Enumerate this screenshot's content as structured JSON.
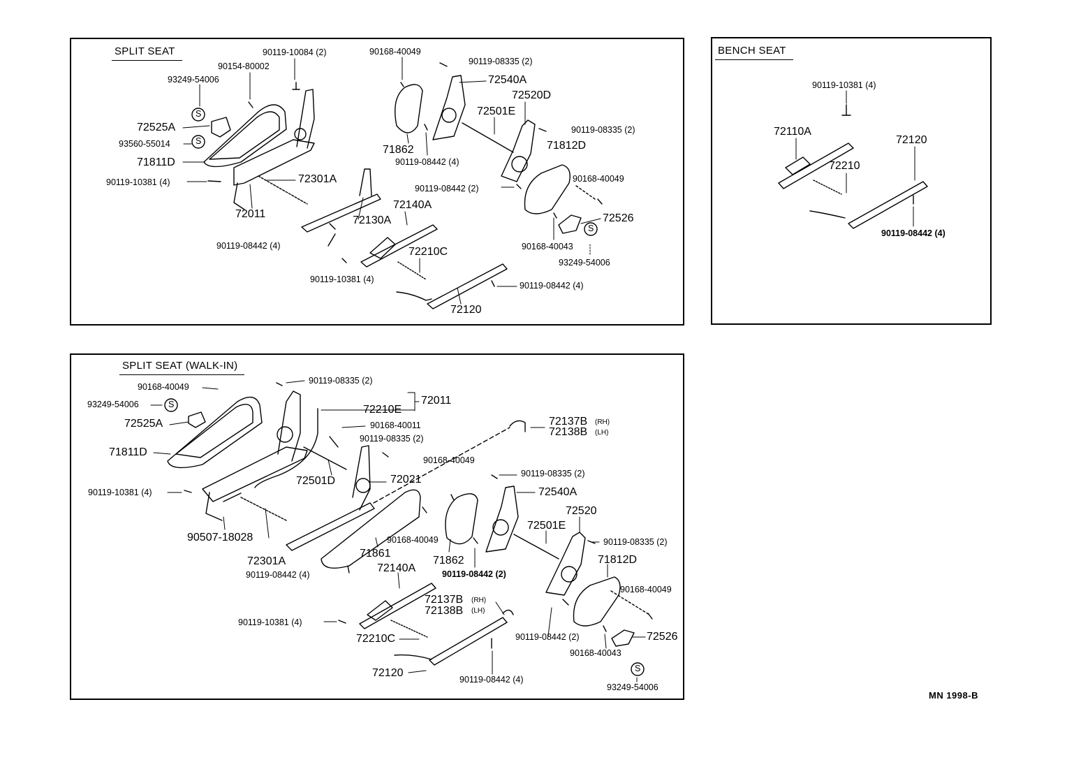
{
  "panels": {
    "split": {
      "title": "SPLIT SEAT"
    },
    "bench": {
      "title": "BENCH SEAT"
    },
    "walkin": {
      "title": "SPLIT SEAT (WALK-IN)"
    }
  },
  "labels": {
    "split": {
      "p90119_10084": "90119-10084 (2)",
      "p90154_80002": "90154-80002",
      "p93249_54006a": "93249-54006",
      "p72525A": "72525A",
      "p93560_55014": "93560-55014",
      "p71811D": "71811D",
      "p90119_10381": "90119-10381 (4)",
      "p72301A": "72301A",
      "p72011": "72011",
      "p72130A": "72130A",
      "p90119_08442a": "90119-08442 (4)",
      "p90168_40049a": "90168-40049",
      "p90119_08335a": "90119-08335 (2)",
      "p72540A": "72540A",
      "p72520D": "72520D",
      "p72501E": "72501E",
      "p90119_08335b": "90119-08335 (2)",
      "p71812D": "71812D",
      "p71862": "71862",
      "p90119_08442b": "90119-08442 (4)",
      "p90119_08442c": "90119-08442 (2)",
      "p90168_40049b": "90168-40049",
      "p72140A": "72140A",
      "p72526": "72526",
      "p90168_40043": "90168-40043",
      "p93249_54006b": "93249-54006",
      "p72210C": "72210C",
      "p90119_10381b": "90119-10381 (4)",
      "p90119_08442d": "90119-08442 (4)",
      "p72120": "72120"
    },
    "bench": {
      "p90119_10381": "90119-10381 (4)",
      "p72110A": "72110A",
      "p72120": "72120",
      "p72210": "72210",
      "p90119_08442": "90119-08442 (4)"
    },
    "walkin": {
      "p90168_40049a": "90168-40049",
      "p90119_08335a": "90119-08335 (2)",
      "p93249_54006a": "93249-54006",
      "p72210E": "72210E",
      "p72011": "72011",
      "p72525A": "72525A",
      "p72137B_a": "72137B",
      "rh_a": "(RH)",
      "p72138B_a": "72138B",
      "lh_a": "(LH)",
      "p90168_40011": "90168-40011",
      "p71811D": "71811D",
      "p90119_08335b": "90119-08335 (2)",
      "p90168_40049b": "90168-40049",
      "p90119_08335c": "90119-08335 (2)",
      "p72501D": "72501D",
      "p72021": "72021",
      "p90119_10381a": "90119-10381 (4)",
      "p72540A": "72540A",
      "p72520": "72520",
      "p90507_18028": "90507-18028",
      "p90168_40049c": "90168-40049",
      "p72501E": "72501E",
      "p90119_08335d": "90119-08335 (2)",
      "p72301A": "72301A",
      "p71861": "71861",
      "p71862": "71862",
      "p90119_08442a": "90119-08442 (2)",
      "p71812D": "71812D",
      "p90119_08442b": "90119-08442 (4)",
      "p72140A": "72140A",
      "p72137B_b": "72137B",
      "rh_b": "(RH)",
      "p72138B_b": "72138B",
      "lh_b": "(LH)",
      "p90168_40049d": "90168-40049",
      "p90119_10381b": "90119-10381 (4)",
      "p72210C": "72210C",
      "p90119_08442c": "90119-08442 (2)",
      "p72526": "72526",
      "p90168_40043": "90168-40043",
      "p72120": "72120",
      "p90119_08442d": "90119-08442 (4)",
      "p93249_54006b": "93249-54006"
    }
  },
  "symbol_s": "S",
  "footer": {
    "ref": "MN  1998-B"
  }
}
